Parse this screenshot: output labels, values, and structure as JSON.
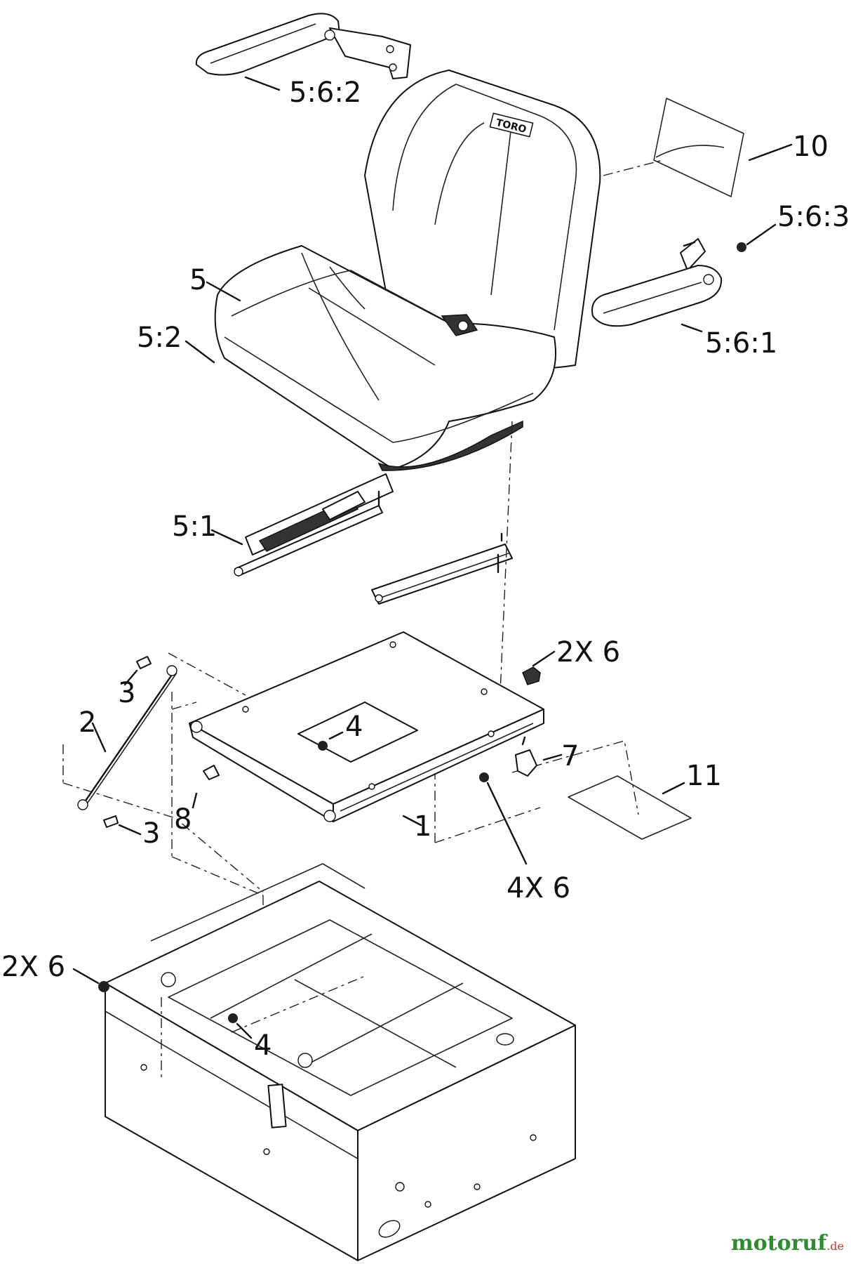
{
  "callouts": {
    "armrest_left": "5:6:2",
    "decal_top": "10",
    "armrest_screw": "5:6:3",
    "seat": "5",
    "seat_cushion": "5:2",
    "armrest_right": "5:6:1",
    "seat_rail_left": "5:1",
    "nut_plate": "2X 6",
    "bolt_upper": "3",
    "rod": "2",
    "bolt_plate": "4",
    "bumper": "7",
    "decal_bottom": "11",
    "bolt_hinge": "8",
    "bolt_lower": "3",
    "seat_plate": "1",
    "nut_under": "4X 6",
    "nut_frame": "2X 6",
    "bolt_frame": "4"
  },
  "seat_logo": "TORO",
  "watermark": {
    "brand": "motoruf",
    "tld": ".de"
  }
}
